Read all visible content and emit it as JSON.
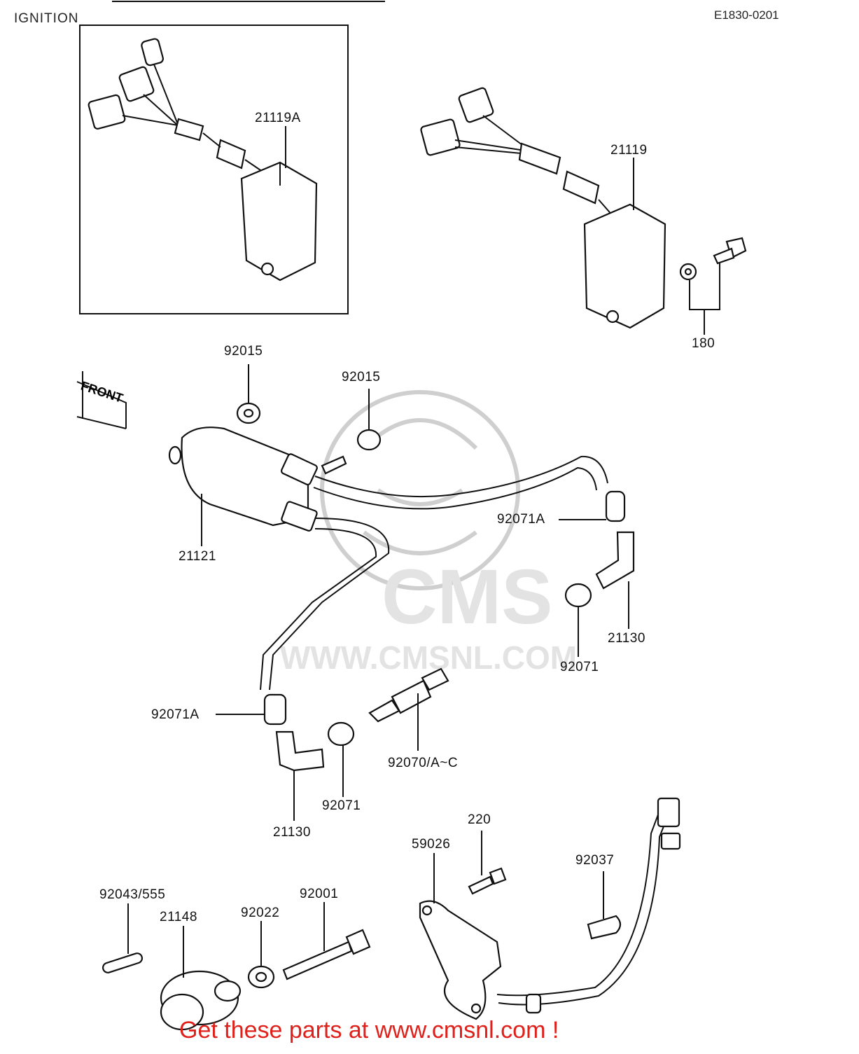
{
  "header": {
    "title": "IGNITION",
    "code": "E1830-0201"
  },
  "watermark": {
    "brand": "CMS",
    "url": "WWW.CMSNL.COM"
  },
  "front_marker": "FRONT",
  "parts": [
    {
      "number": "21119A"
    },
    {
      "number": "21119"
    },
    {
      "number": "180"
    },
    {
      "number": "92015"
    },
    {
      "number": "92015"
    },
    {
      "number": "92071A"
    },
    {
      "number": "21121"
    },
    {
      "number": "21130"
    },
    {
      "number": "92071"
    },
    {
      "number": "92071A"
    },
    {
      "number": "92070/A~C"
    },
    {
      "number": "92071"
    },
    {
      "number": "21130"
    },
    {
      "number": "220"
    },
    {
      "number": "59026"
    },
    {
      "number": "92037"
    },
    {
      "number": "92043/555"
    },
    {
      "number": "21148"
    },
    {
      "number": "92022"
    },
    {
      "number": "92001"
    }
  ],
  "footer": {
    "text": "Get these parts at www.cmsnl.com !"
  },
  "colors": {
    "footer": "#e0201a",
    "line": "#111111",
    "watermark": "#cfcfcf"
  }
}
